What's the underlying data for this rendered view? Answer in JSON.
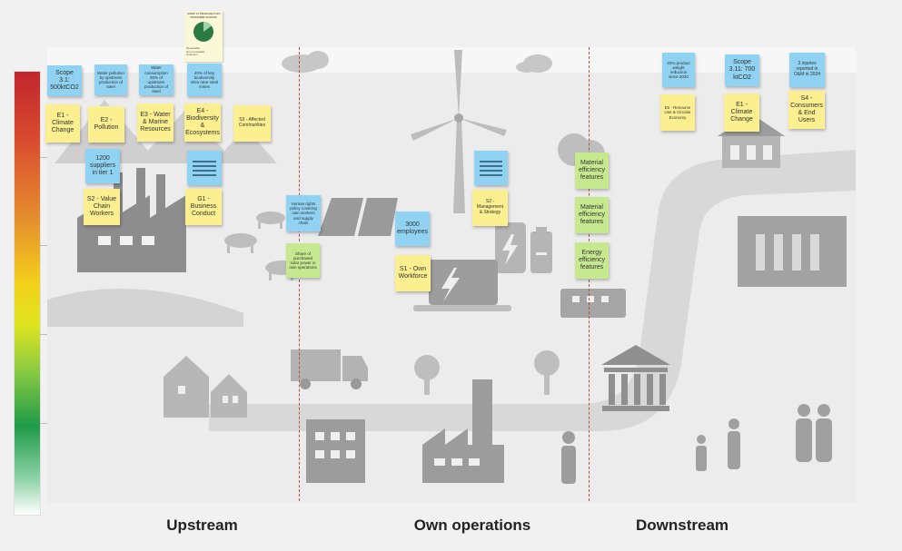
{
  "stages": {
    "upstream": "Upstream",
    "own_operations": "Own operations",
    "downstream": "Downstream"
  },
  "colors": {
    "blue_note": "#8fd2f2",
    "yellow_note": "#fbef8f",
    "green_note": "#c6e98f",
    "illustration": "#a9a9a9",
    "divider": "#b0553a"
  },
  "notes": {
    "scope31": "Scope 3.1: 500ktCO2",
    "water_pollution": "Water pollution by upstream production of steel",
    "water_consumption": "Water consumption 30% of upstream production of steel",
    "biodiversity_fact": "40% of key biodiversity sites near steel mines",
    "e1_up": "E1 - Climate Change",
    "e2": "E2 - Pollution",
    "e3": "E3 - Water & Marine Resources",
    "e4": "E4 - Biodiversity & Ecosystems",
    "s3": "S3 - Affected Communities",
    "suppliers": "1200 suppliers in tier 1",
    "s2": "S2 - Value Chain Workers",
    "g1": "G1 - Business Conduct",
    "hr_policy": "Human rights policy covering own workers and supply chain",
    "purchased_solar": "Share of purchased solar power in own operations",
    "employees": "3000 employees",
    "s1": "S1 - Own Workforce",
    "s2_own": "S2 - Management & Strategy",
    "material1": "Material efficiency features",
    "material2": "Material efficiency features",
    "energy": "Energy efficiency features",
    "weight_reduction": "20% product weight reduction since 2020",
    "circular": "E5 - Resource Use & Circular Economy",
    "scope311": "Scope 3.11: 700 ktCO2",
    "e1_down": "E1 - Climate Change",
    "injuries": "3 injuries reported in O&M in 2024",
    "s4": "S4 - Consumers & End Users",
    "chart_title": "Share of electricity from renewable sources",
    "chart_legend_1": "Renewable",
    "chart_legend_2": "Non-renewable",
    "chart_legend_3": "Unknown"
  },
  "chart_data": {
    "type": "pie",
    "title": "Share of electricity from renewable sources",
    "categories": [
      "Renewable",
      "Non-renewable",
      "Unknown"
    ],
    "values": [
      85,
      15,
      0
    ]
  }
}
